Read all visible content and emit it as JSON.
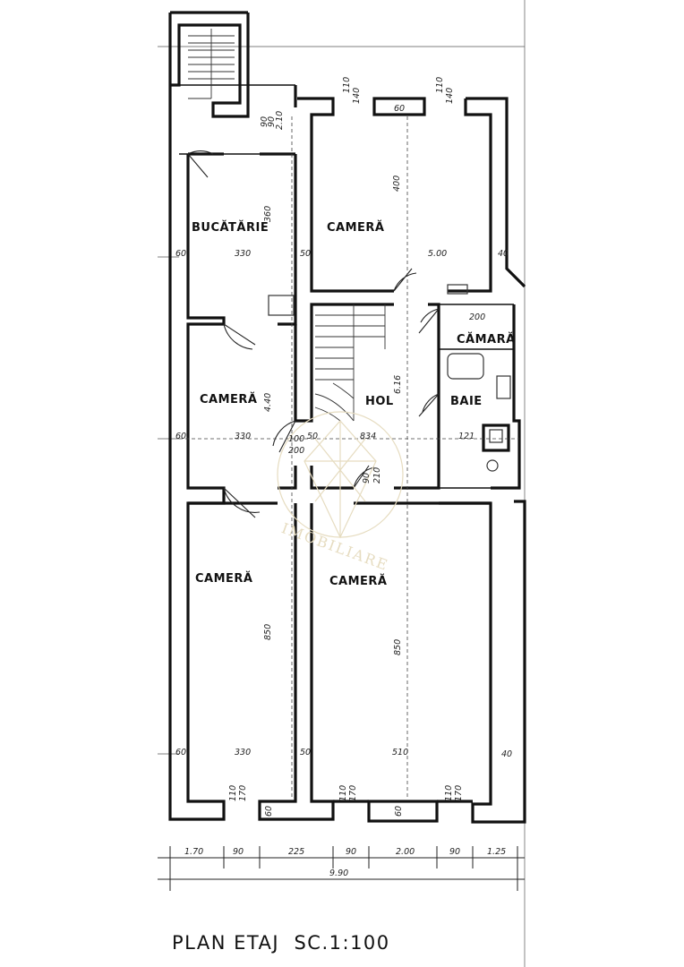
{
  "title": "PLAN ETAJ  SC.1:100",
  "watermark": "IMOBILIARE",
  "rooms": {
    "bucatarie": "BUCĂTĂRIE",
    "camera_top": "CAMERĂ",
    "hol": "HOL",
    "camara": "CĂMARĂ",
    "baie": "BAIE",
    "camera_mid": "CAMERĂ",
    "camera_bl": "CAMERĂ",
    "camera_br": "CAMERĂ"
  },
  "dimensions": {
    "kitchen_width": "330",
    "kitchen_height": "360",
    "top_room_width": "5.00",
    "top_room_height": "400",
    "top_window_left": "110",
    "top_window_left_h": "140",
    "top_window_right": "110",
    "top_window_right_h": "140",
    "top_window_center": "60",
    "wall_left_60a": "60",
    "wall_50a": "50",
    "wall_right_40": "40",
    "mid_room_width": "330",
    "mid_room_height": "4.40",
    "wall_left_60b": "60",
    "hol_width": "834",
    "hol_height": "6.16",
    "hol_wall_50": "50",
    "camara_width": "200",
    "baie_width": "121",
    "bottom_left_width": "330",
    "bottom_left_height": "850",
    "bottom_right_width": "510",
    "bottom_right_height": "850",
    "wall_left_60c": "60",
    "wall_50c": "50",
    "wall_right_40b": "40",
    "door_100_200_a": "100",
    "door_100_200_b": "200",
    "door_90_210_a": "90",
    "door_90_210_b": "210",
    "stair_90_a": "90",
    "stair_90_b": "90",
    "stair_210": "2.10",
    "bottom_win_110a": "110",
    "bottom_win_170a": "170",
    "bottom_win_110b": "110",
    "bottom_win_170b": "170",
    "bottom_win_110c": "110",
    "bottom_win_170c": "170",
    "bottom_win_60a": "60",
    "bottom_win_60b": "60",
    "chain": [
      "1.70",
      "90",
      "225",
      "90",
      "2.00",
      "90",
      "1.25"
    ],
    "total": "9.90"
  }
}
